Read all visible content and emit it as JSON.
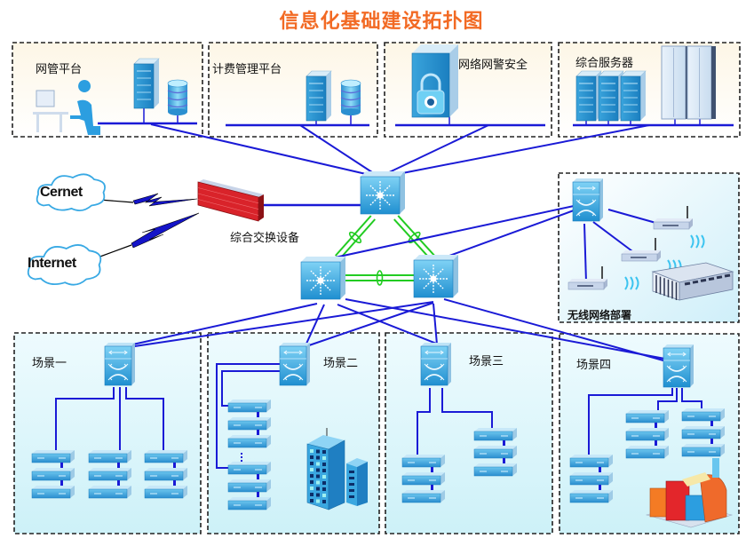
{
  "title": "信息化基础建设拓扑图",
  "colors": {
    "title": "#f26a24",
    "link": "#1a1ad6",
    "trunk": "#22cc22",
    "firewall": "#d9232a",
    "zone_top_bg": "#fdf8ec",
    "zone_bottom_bg": "#dff6fb",
    "device_blue": "#2f9fd6"
  },
  "top_zones": [
    {
      "id": "nms",
      "label": "网管平台"
    },
    {
      "id": "billing",
      "label": "计费管理平台"
    },
    {
      "id": "security",
      "label": "网络网警安全"
    },
    {
      "id": "servers",
      "label": "综合服务器"
    }
  ],
  "internet": {
    "clouds": [
      {
        "label": "Cernet"
      },
      {
        "label": "Internet"
      }
    ],
    "firewall_label": "综合交换设备"
  },
  "core": {
    "switches": [
      "core-top",
      "core-left",
      "core-right"
    ]
  },
  "wireless": {
    "label": "无线网络部署",
    "access_points": 3
  },
  "scenes": [
    {
      "id": "scene1",
      "label": "场景一",
      "server_stacks": [
        3,
        3,
        3
      ]
    },
    {
      "id": "scene2",
      "label": "场景二",
      "server_stacks": [
        3,
        3
      ]
    },
    {
      "id": "scene3",
      "label": "场景三",
      "server_stacks": [
        3,
        3
      ]
    },
    {
      "id": "scene4",
      "label": "场景四",
      "server_stacks": [
        3,
        3,
        3
      ]
    }
  ]
}
